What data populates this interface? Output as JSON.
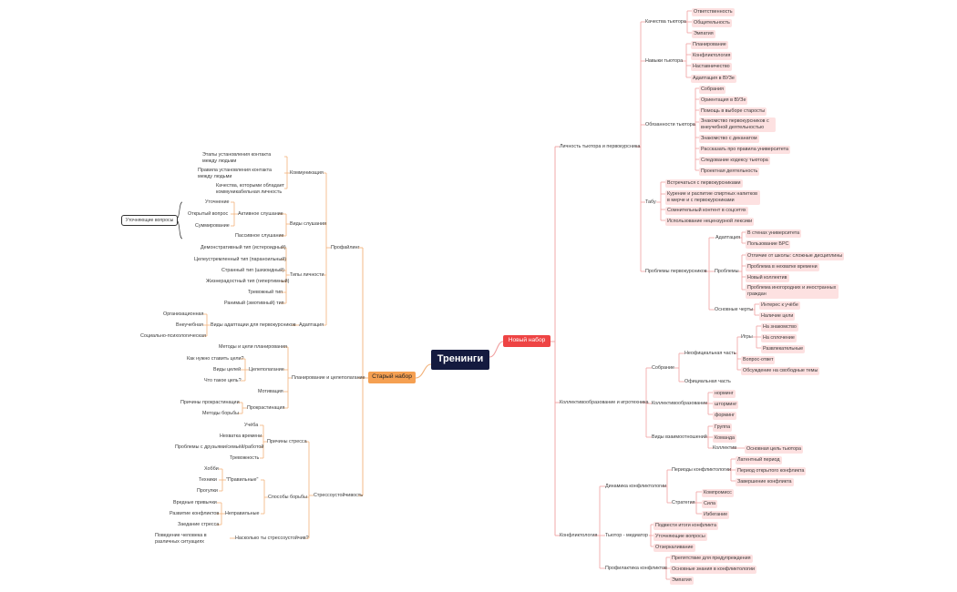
{
  "root": "Тренинги",
  "new_set": {
    "label": "Новый набор",
    "personality": {
      "label": "Личность тьютора и первокурсника",
      "qualities": {
        "label": "Качества тьютора",
        "items": [
          "Ответственность",
          "Общительность",
          "Эмпатия"
        ]
      },
      "skills": {
        "label": "Навыки тьютора",
        "items": [
          "Планирование",
          "Конфликтология",
          "Наставничество",
          "Адаптация в ВУЗе"
        ]
      },
      "duties": {
        "label": "Обязанности тьютора",
        "items": [
          "Собрания",
          "Ориентация в ВУЗе",
          "Помощь в выборе старосты",
          "Знакомство первокурсников с внеучебной деятельностью",
          "Знакомство с деканатом",
          "Рассказать про правила университета",
          "Следование кодексу тьютора",
          "Проектная деятельность"
        ]
      },
      "taboo": {
        "label": "Табу",
        "items": [
          "Встречаться с первокурсниками",
          "Курение и распитие спиртных напитков в мерче и с первокурсниками",
          "Сомнительный контент в соцсетях",
          "Использование нецензурной лексики"
        ]
      },
      "problems": {
        "label": "Проблемы первокурсников",
        "adaptation": {
          "label": "Адаптация",
          "items": [
            "В стенах университета",
            "Пользование БРС"
          ]
        },
        "issues": {
          "label": "Проблемы",
          "items": [
            "Отличие от школы: сложные дисциплины",
            "Проблема в нехватке времени",
            "Новый коллектив",
            "Проблема иногородних и иностранных граждан"
          ]
        },
        "traits": {
          "label": "Основные черты",
          "items": [
            "Интерес к учёбе",
            "Наличие цели"
          ]
        }
      }
    },
    "team": {
      "label": "Коллективообразование и игротехника",
      "meetings": {
        "label": "Собрание",
        "informal": {
          "label": "Неофициальная часть",
          "games": {
            "label": "Игры",
            "items": [
              "На знакомство",
              "На сплочение",
              "Развлекательные"
            ]
          },
          "other": [
            "Вопрос-ответ",
            "Обсуждение на свободные темы"
          ]
        },
        "official": "Официальная часть"
      },
      "formation": {
        "label": "Коллективообразование",
        "items": [
          "норминг",
          "шторминг",
          "форминг"
        ]
      },
      "interaction": {
        "label": "Виды взаимоотношений",
        "items": [
          "Группа",
          "Команда",
          "Коллектив"
        ],
        "collective_goal": "Основная цель тьютора"
      }
    },
    "conflict": {
      "label": "Конфликтология",
      "dynamics": {
        "label": "Динамика конфликтологии",
        "periods": {
          "label": "Периоды конфликтологии",
          "items": [
            "Латентный период",
            "Период открытого конфликта",
            "Завершение конфликта"
          ]
        },
        "strategy": {
          "label": "Стратегия",
          "items": [
            "Компромисс",
            "Сила",
            "Избегание"
          ]
        }
      },
      "mediator": {
        "label": "Тьютор - медиатор",
        "items": [
          "Подвести итоги конфликта",
          "Уточняющие вопросы",
          "Отзеркаливание"
        ]
      },
      "prevention": {
        "label": "Профилактика конфликтов",
        "items": [
          "Препятствие для предупреждения",
          "Основные знания в конфликтологии",
          "Эмпатия"
        ]
      }
    }
  },
  "old_set": {
    "label": "Старый набор",
    "profile": {
      "label": "Профайлинг",
      "communication": {
        "label": "Коммуникация",
        "items": [
          "Этапы установления контакта между людьми",
          "Правила установления контакта между людьми",
          "Качества, которыми обладает коммуникабельная личность"
        ]
      },
      "listening": {
        "label": "Виды слушания",
        "active": {
          "label": "Активное слушание",
          "items": [
            "Уточнение",
            "Открытый вопрос",
            "Суммирование"
          ]
        },
        "passive": "Пассивное слушание",
        "callout": "Уточняющие вопросы"
      },
      "personality_types": {
        "label": "Типы личности",
        "items": [
          "Демонстративный тип (истероидный)",
          "Целеустремленный тип (параноильный)",
          "Странный тип (шизоидный)",
          "Жизнерадостный тип (гипертимный)",
          "Тревожный тип",
          "Ранимый (эмотивный) тип"
        ]
      },
      "adaptation": {
        "label": "Адаптация",
        "types_label": "Виды адаптации для первокурсников",
        "items": [
          "Организационная",
          "Внеучебная",
          "Социально-психологическая"
        ]
      }
    },
    "planning": {
      "label": "Планирование и целеполагание",
      "methods": "Методы и цели планирования",
      "goals": {
        "label": "Целеполагание",
        "items": [
          "Как нужно ставить цели?",
          "Виды целей",
          "Что такое цель?"
        ]
      },
      "motivation": "Мотивация",
      "procrastination": {
        "label": "Прокрастинация",
        "items": [
          "Причины прокрастинации",
          "Методы борьбы"
        ]
      }
    },
    "stress": {
      "label": "Стрессоустойчивость",
      "causes": {
        "label": "Причины стресса",
        "items": [
          "Учёба",
          "Нехватка времени",
          "Проблемы с друзьями/семьёй/работой",
          "Тревожность"
        ]
      },
      "coping": {
        "label": "Способы борьбы",
        "right": {
          "label": "\"Правильные\"",
          "items": [
            "Хобби",
            "Техники",
            "Прогулки"
          ]
        },
        "wrong": {
          "label": "Неправильные",
          "items": [
            "Вредные привычки",
            "Развитие конфликтов",
            "Заедание стресса"
          ]
        }
      },
      "resistance": {
        "label": "Насколько ты стрессоустойчив?",
        "items": [
          "Поведение человека в различных ситуациях"
        ]
      }
    }
  }
}
